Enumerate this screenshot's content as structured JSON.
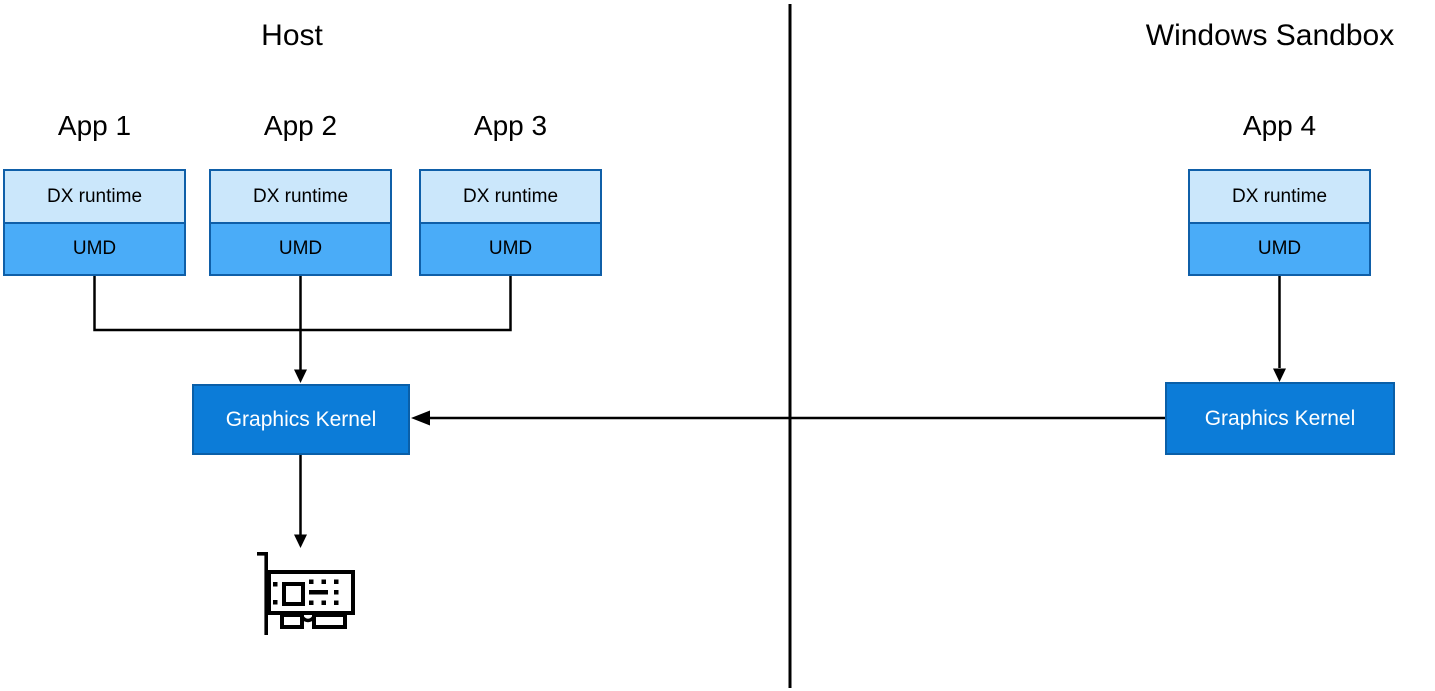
{
  "titles": {
    "host": "Host",
    "sandbox": "Windows Sandbox"
  },
  "apps": [
    {
      "label": "App 1",
      "runtime": "DX runtime",
      "driver": "UMD"
    },
    {
      "label": "App 2",
      "runtime": "DX runtime",
      "driver": "UMD"
    },
    {
      "label": "App 3",
      "runtime": "DX runtime",
      "driver": "UMD"
    },
    {
      "label": "App 4",
      "runtime": "DX runtime",
      "driver": "UMD"
    }
  ],
  "kernels": {
    "host": "Graphics Kernel",
    "sandbox": "Graphics Kernel"
  },
  "icons": {
    "gpu": "gpu-card-icon"
  },
  "colors": {
    "runtime_fill": "#cbe7fb",
    "driver_fill": "#4aacf8",
    "box_border": "#0f5fa8",
    "kernel_fill": "#0c7cd8",
    "kernel_border": "#0a5fa8",
    "kernel_text": "#ffffff",
    "line": "#000000"
  }
}
